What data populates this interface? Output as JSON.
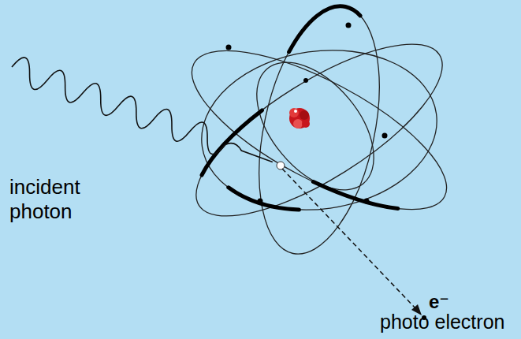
{
  "diagram": {
    "labels": [
      "incident photon",
      "e⁻",
      "photo electron"
    ]
  }
}
